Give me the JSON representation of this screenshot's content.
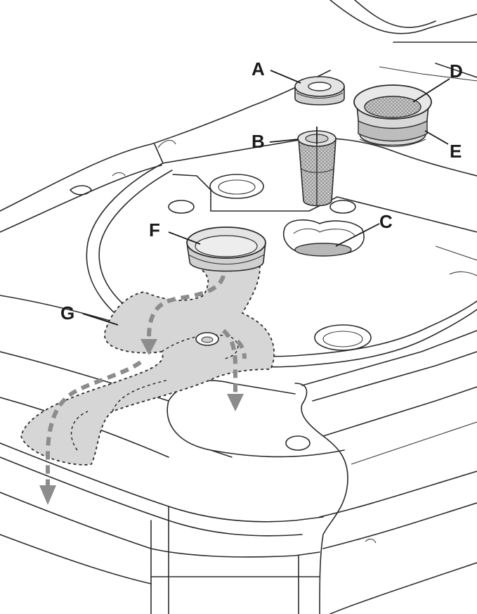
{
  "colors": {
    "line": "#2b2b2b",
    "shade": "#d6d6d6",
    "part_fill": "#e4e4e4",
    "mesh": "#a8a8a8",
    "flow_arrow": "#8c8c8c",
    "background": "#ffffff"
  },
  "callouts": {
    "a": "A",
    "b": "B",
    "c": "C",
    "d": "D",
    "e": "E",
    "f": "F",
    "g": "G"
  }
}
